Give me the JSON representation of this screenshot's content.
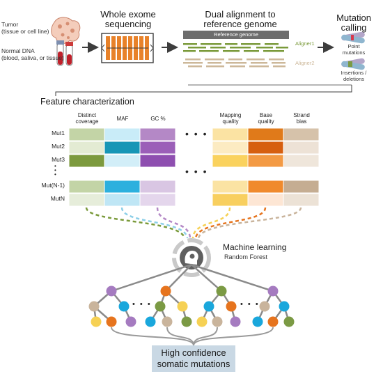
{
  "colors": {
    "arrow": "#3d3d3d",
    "exome_orange": "#e8822a",
    "ref_bar": "#6d6d6d",
    "aligner1": "#7a9a3a",
    "aligner2": "#cdb89a",
    "result_box": "#c9d8e4",
    "tree_edge": "#8a8a8a",
    "node_tan": "#c9b49c",
    "node_cyan": "#1aa7dc",
    "node_yellow": "#f6d154",
    "node_green": "#7b9a44",
    "node_orange": "#e6741e",
    "node_purple": "#a57bc0"
  },
  "inputs": {
    "tumor_label": "Tumor",
    "tumor_sub": "(tissue or cell line)",
    "normal_label": "Normal DNA",
    "normal_sub": "(blood, saliva, or tissue)"
  },
  "stages": {
    "wes_line1": "Whole exome",
    "wes_line2": "sequencing",
    "align_line1": "Dual alignment to",
    "align_line2": "reference genome",
    "ref_genome": "Reference genome",
    "aligner1": "Aligner1",
    "aligner2": "Aligner2",
    "calling": "Mutation calling",
    "point_line1": "Point",
    "point_line2": "mutations",
    "indel_line1": "Insertions /",
    "indel_line2": "deletions"
  },
  "features": {
    "title": "Feature characterization",
    "columns": [
      {
        "line1": "Distinct",
        "line2": "coverage"
      },
      {
        "line1": "MAF",
        "line2": ""
      },
      {
        "line1": "GC %",
        "line2": ""
      },
      {
        "line1": "Mapping",
        "line2": "quality"
      },
      {
        "line1": "Base",
        "line2": "quality"
      },
      {
        "line1": "Strand",
        "line2": "bias"
      }
    ],
    "rows": [
      "Mut1",
      "Mut2",
      "Mut3",
      "Mut(N-1)",
      "MutN"
    ],
    "ellipsis_h": "• • •",
    "ellipsis_v": "•\n•\n•",
    "matrix": [
      [
        "#c3d4a6",
        "#c9ecf8",
        "#b488c6",
        "#fbe3a3",
        "#e07a1a",
        "#d6c2aa"
      ],
      [
        "#e3ebd3",
        "#1796b6",
        "#9b5fb8",
        "#fcebc2",
        "#d65f10",
        "#ede2d6"
      ],
      [
        "#7c9a3e",
        "#d2eef8",
        "#8e4fb0",
        "#fad25e",
        "#f39a44",
        "#efe6db"
      ],
      [
        "#c3d4a6",
        "#2cb0de",
        "#d9c6e3",
        "#fbe3a3",
        "#f08a2c",
        "#c5ad92"
      ],
      [
        "#e6edda",
        "#bfe6f5",
        "#e4d6ec",
        "#f8cf5f",
        "#fde6d4",
        "#ece2d6"
      ]
    ]
  },
  "ml": {
    "title": "Machine learning",
    "subtitle": "Random Forest"
  },
  "tree_dots": "• • •",
  "result": {
    "line1": "High confidence",
    "line2": "somatic mutations"
  }
}
